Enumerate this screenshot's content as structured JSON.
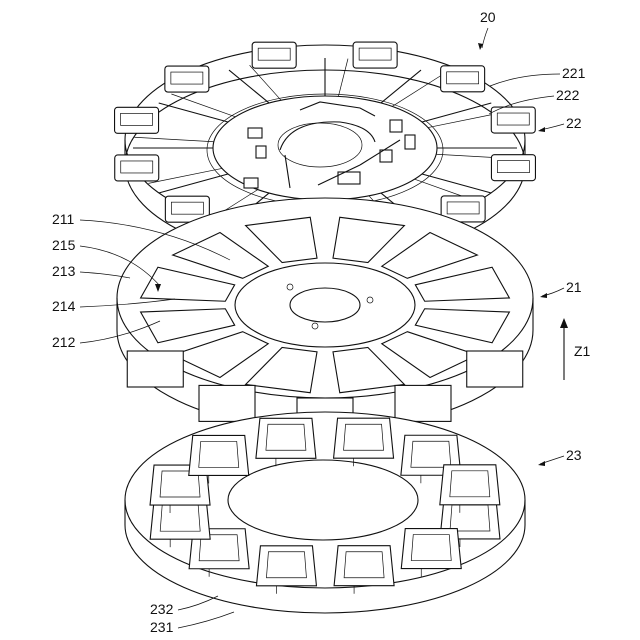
{
  "figure": {
    "assembly_ref": "20",
    "direction_label": "Z1",
    "upper_insulator": {
      "ref": "22",
      "parts": [
        "221",
        "222"
      ]
    },
    "core": {
      "ref": "21",
      "parts": [
        "211",
        "215",
        "213",
        "214",
        "212"
      ]
    },
    "lower_insulator": {
      "ref": "23",
      "parts": [
        "232",
        "231"
      ]
    }
  }
}
